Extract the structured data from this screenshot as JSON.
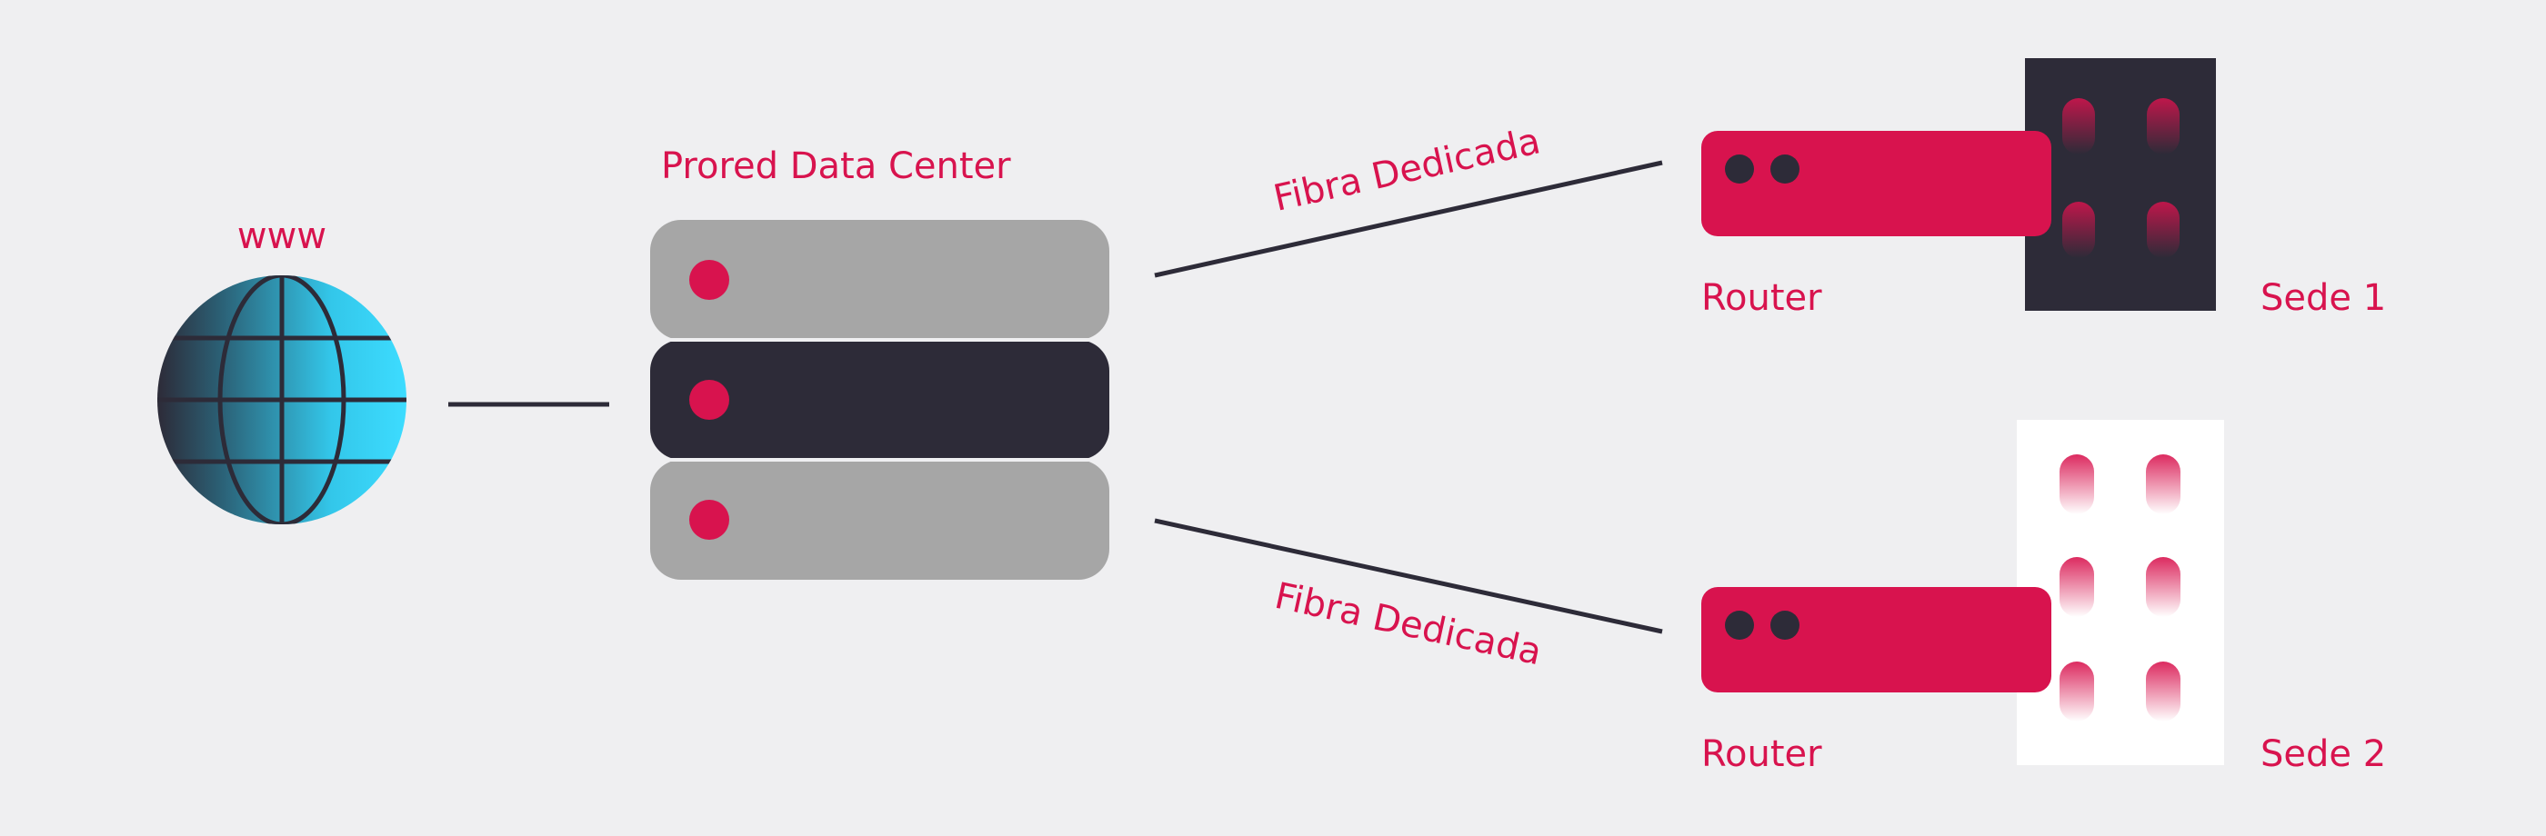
{
  "labels": {
    "www": "www",
    "datacenter": "Prored Data Center",
    "fibra_top": "Fibra Dedicada",
    "fibra_bottom": "Fibra Dedicada",
    "router_1": "Router",
    "router_2": "Router",
    "sede_1": "Sede 1",
    "sede_2": "Sede 2"
  },
  "icons": {
    "globe": "globe-icon",
    "server_stack": "server-stack-icon",
    "router": "router-icon",
    "building": "building-icon"
  },
  "colors": {
    "background": "#efeff1",
    "accent": "#d8134e",
    "dark": "#2d2b38",
    "server_gray": "#a6a6a6",
    "cyan": "#3ddcff",
    "building_light": "#ffffff"
  }
}
